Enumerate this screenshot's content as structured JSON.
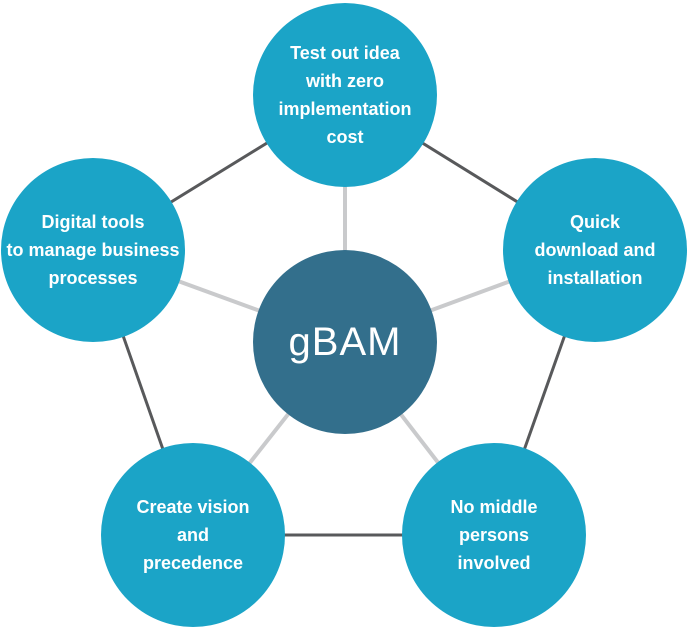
{
  "diagram": {
    "title": "gBAM benefits pentagon diagram",
    "center": {
      "label": "gBAM"
    },
    "nodes": [
      {
        "id": "top",
        "label": "Test out idea\nwith zero\nimplementation\ncost"
      },
      {
        "id": "right",
        "label": "Quick\ndownload and\ninstallation"
      },
      {
        "id": "bottom-right",
        "label": "No middle\npersons\ninvolved"
      },
      {
        "id": "bottom-left",
        "label": "Create vision\nand\nprecedence"
      },
      {
        "id": "left",
        "label": "Digital tools\nto manage business\nprocesses"
      }
    ],
    "colors": {
      "node_fill": "#1ba4c7",
      "center_fill": "#336f8c",
      "edge_line": "#58595b",
      "spoke_line": "#c9cacc",
      "text": "#ffffff",
      "bg": "#ffffff"
    }
  }
}
